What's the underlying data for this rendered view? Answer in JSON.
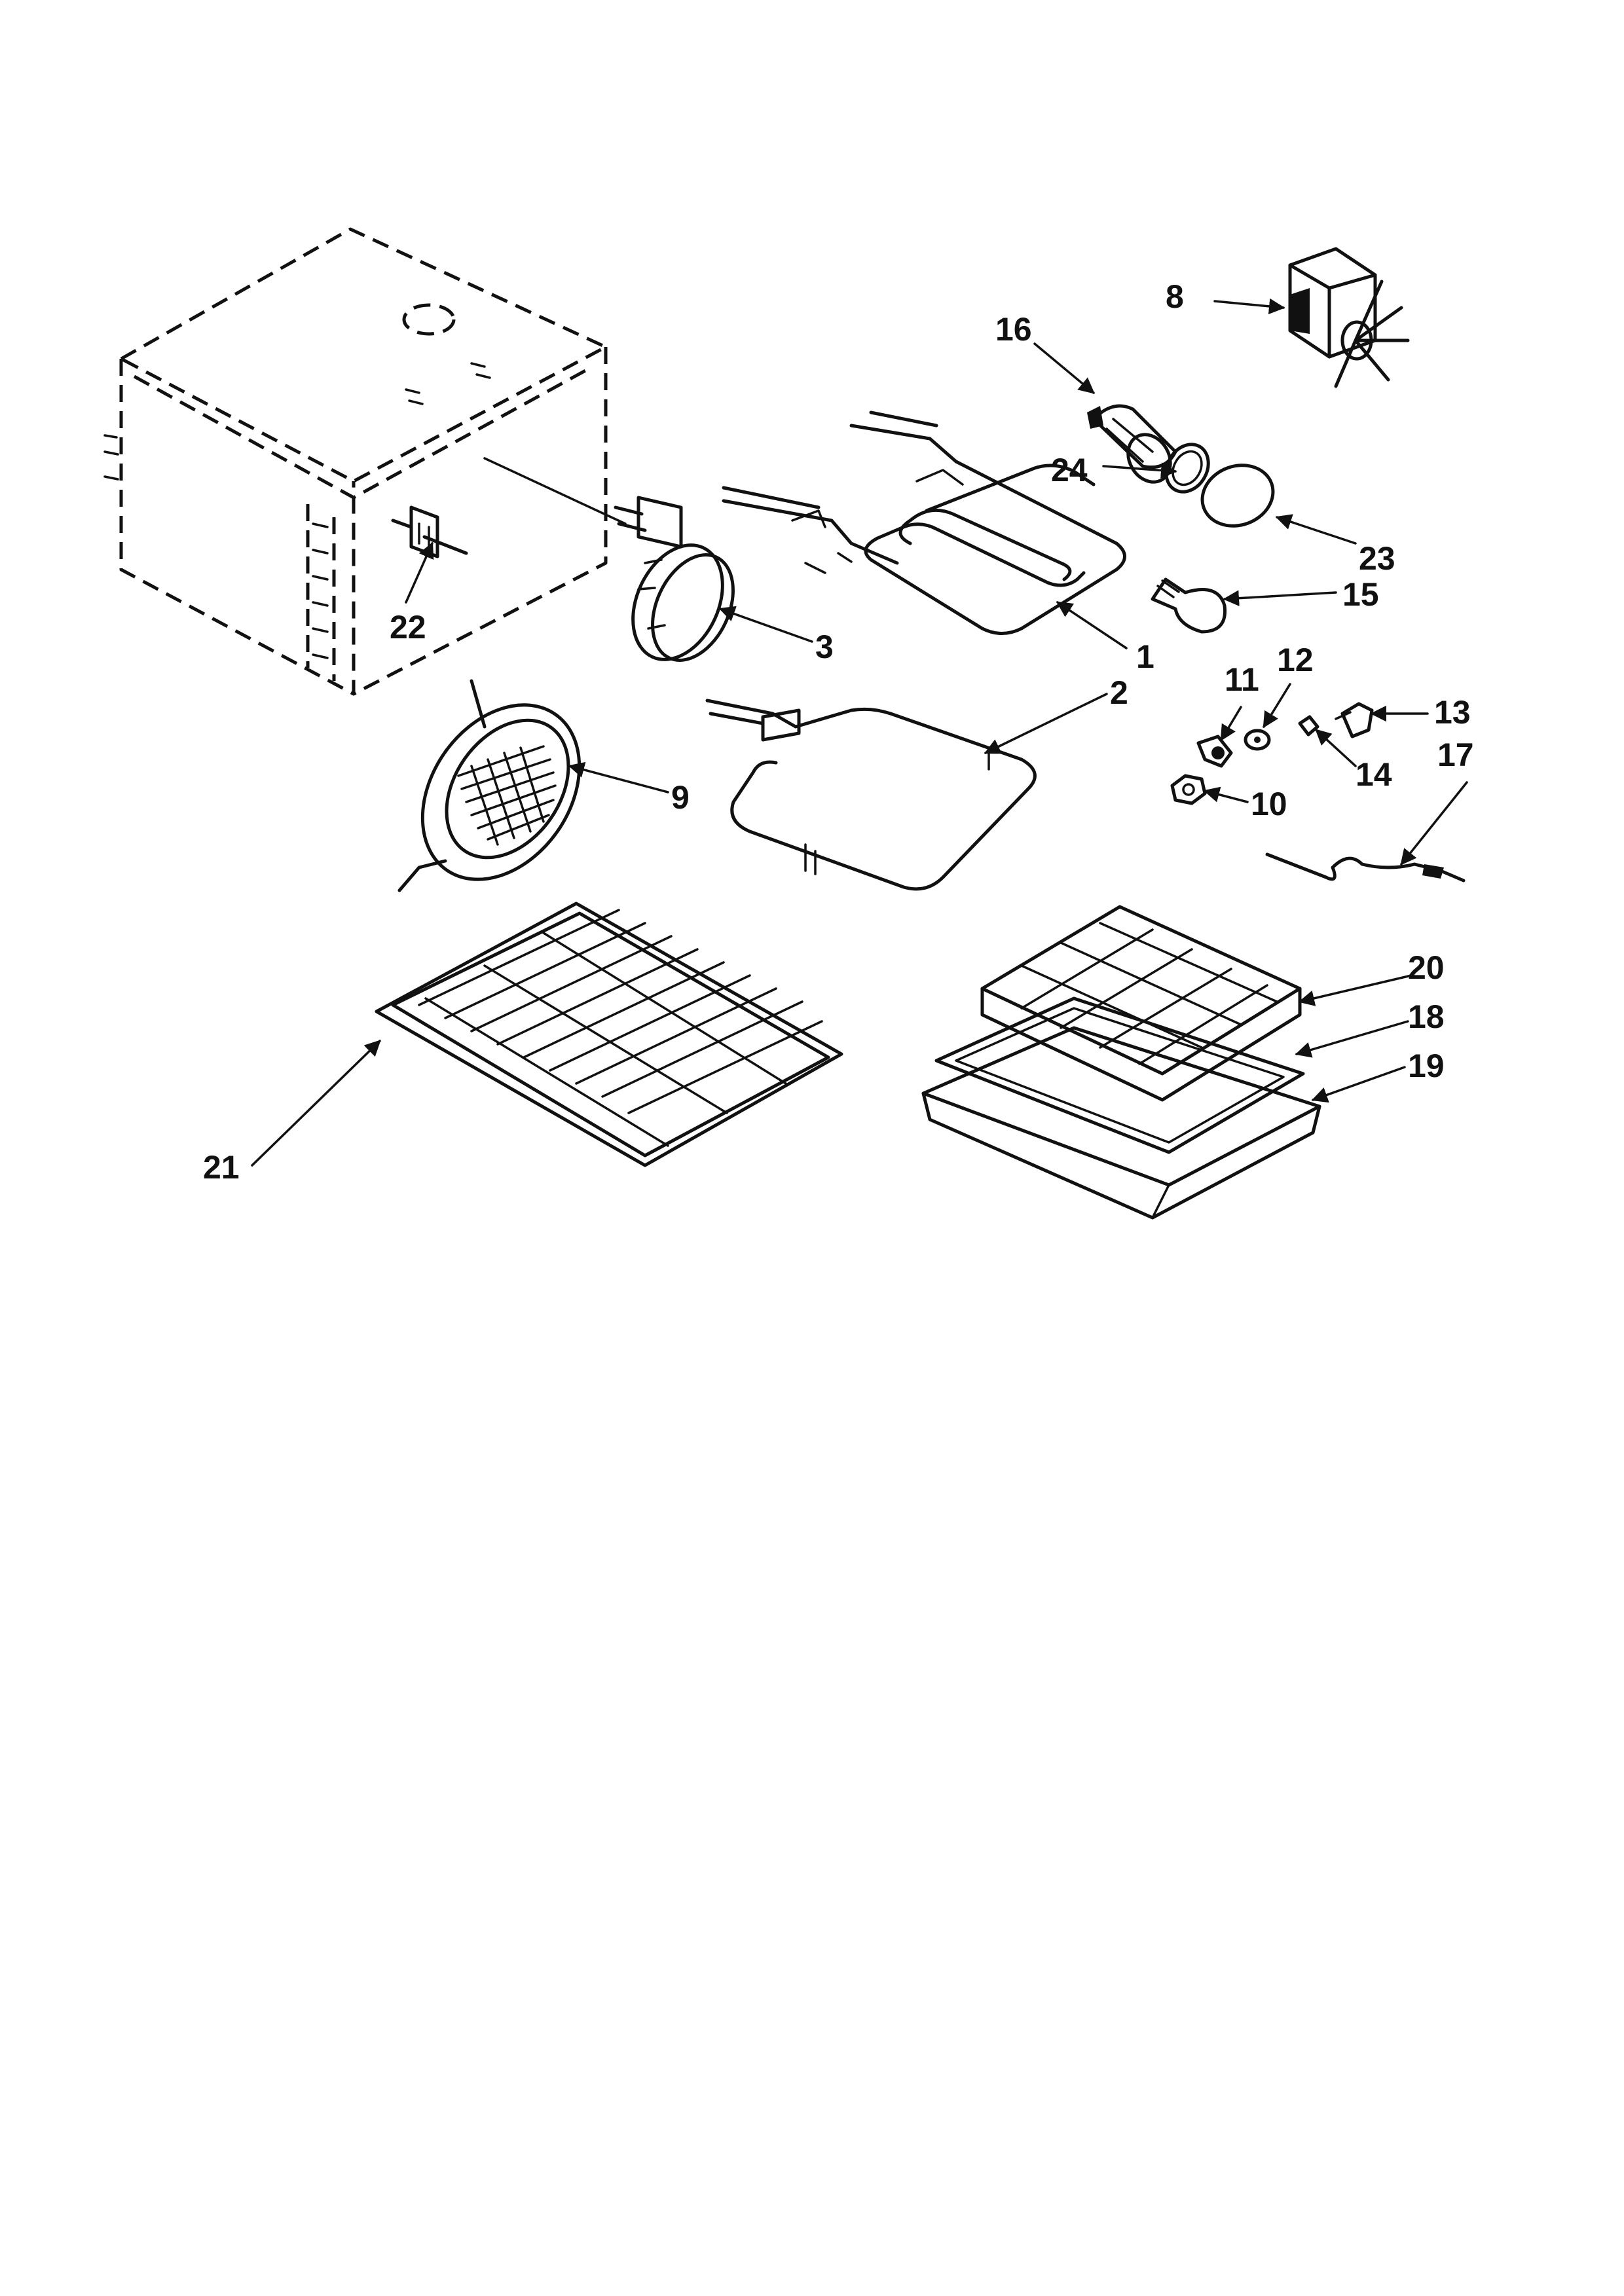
{
  "diagram": {
    "callouts": [
      {
        "id": "c1",
        "text": "1"
      },
      {
        "id": "c2",
        "text": "2"
      },
      {
        "id": "c3",
        "text": "3"
      },
      {
        "id": "c8",
        "text": "8"
      },
      {
        "id": "c9",
        "text": "9"
      },
      {
        "id": "c10",
        "text": "10"
      },
      {
        "id": "c11",
        "text": "11"
      },
      {
        "id": "c12",
        "text": "12"
      },
      {
        "id": "c13",
        "text": "13"
      },
      {
        "id": "c14",
        "text": "14"
      },
      {
        "id": "c15",
        "text": "15"
      },
      {
        "id": "c16",
        "text": "16"
      },
      {
        "id": "c17",
        "text": "17"
      },
      {
        "id": "c18",
        "text": "18"
      },
      {
        "id": "c19",
        "text": "19"
      },
      {
        "id": "c20",
        "text": "20"
      },
      {
        "id": "c21",
        "text": "21"
      },
      {
        "id": "c22",
        "text": "22"
      },
      {
        "id": "c23",
        "text": "23"
      },
      {
        "id": "c24",
        "text": "24"
      }
    ],
    "colors": {
      "ink": "#111111",
      "background": "#ffffff"
    }
  }
}
